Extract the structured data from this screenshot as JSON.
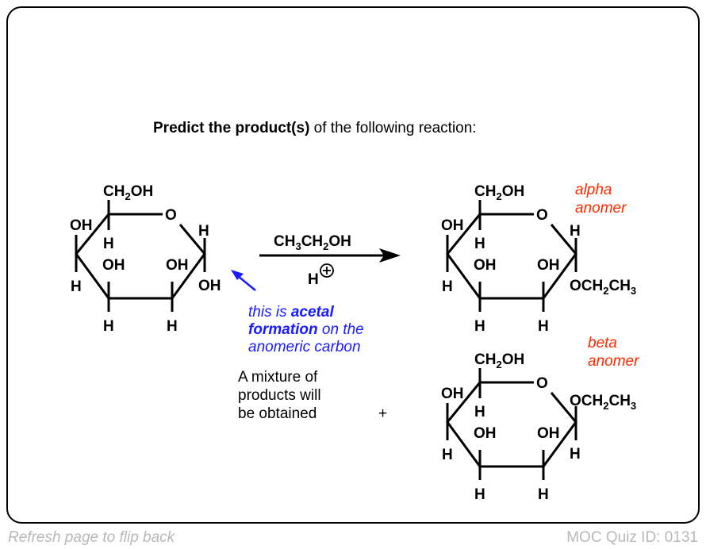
{
  "question": {
    "bold": "Predict the product(s)",
    "rest": " of the following reaction:"
  },
  "labels": {
    "ch": "CH",
    "two": "2",
    "three": "3",
    "oh": "OH",
    "o": "O",
    "h": "H",
    "och": "OCH",
    "ch3": "CH"
  },
  "reagent": {
    "line1a": "CH",
    "line1b": "3",
    "line1c": "CH",
    "line1d": "2",
    "line1e": "OH",
    "h": "H",
    "plus": "+"
  },
  "note": {
    "l1a": "this is ",
    "l1b": "acetal",
    "l2a": "formation",
    "l2b": " on the",
    "l3": "anomeric carbon"
  },
  "mixture": {
    "l1": "A mixture of",
    "l2": "products will",
    "l3": "be obtained",
    "plus": "+"
  },
  "alpha": {
    "l1": "alpha",
    "l2": "anomer"
  },
  "beta": {
    "l1": "beta",
    "l2": "anomer"
  },
  "footer": {
    "left": "Refresh page to flip back",
    "right": "MOC Quiz ID: 0131"
  },
  "colors": {
    "red": "#ff2a00",
    "blue": "#1a1aff"
  }
}
